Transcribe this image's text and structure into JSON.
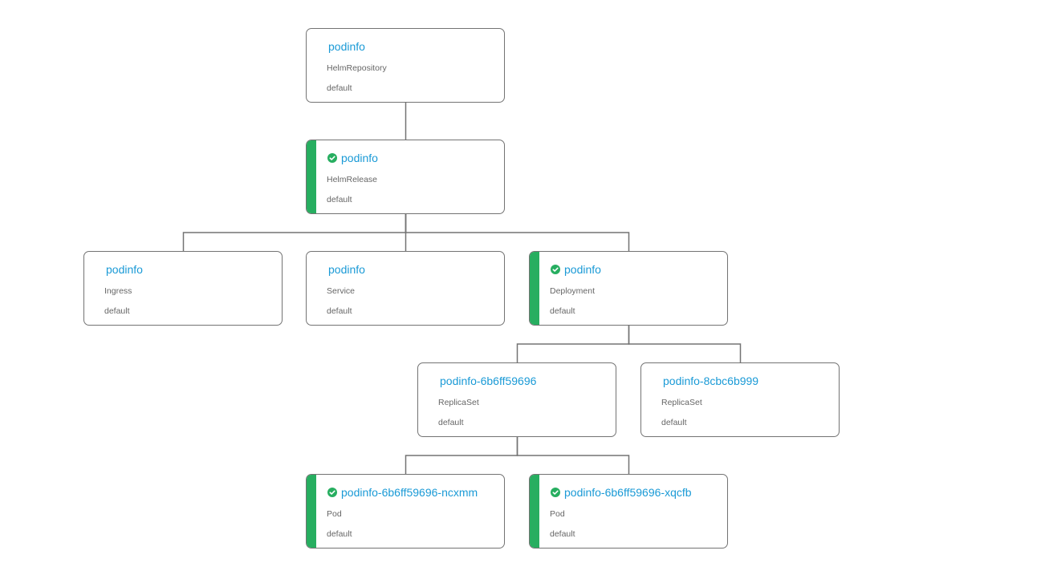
{
  "graph": {
    "status_color": "#27ae60",
    "title_color": "#1a9ad6",
    "nodes": [
      {
        "id": "n0",
        "name": "podinfo",
        "kind": "HelmRepository",
        "namespace": "default",
        "ready": false
      },
      {
        "id": "n1",
        "name": "podinfo",
        "kind": "HelmRelease",
        "namespace": "default",
        "ready": true
      },
      {
        "id": "n2",
        "name": "podinfo",
        "kind": "Ingress",
        "namespace": "default",
        "ready": false
      },
      {
        "id": "n3",
        "name": "podinfo",
        "kind": "Service",
        "namespace": "default",
        "ready": false
      },
      {
        "id": "n4",
        "name": "podinfo",
        "kind": "Deployment",
        "namespace": "default",
        "ready": true
      },
      {
        "id": "n5",
        "name": "podinfo-6b6ff59696",
        "kind": "ReplicaSet",
        "namespace": "default",
        "ready": false
      },
      {
        "id": "n6",
        "name": "podinfo-8cbc6b999",
        "kind": "ReplicaSet",
        "namespace": "default",
        "ready": false
      },
      {
        "id": "n7",
        "name": "podinfo-6b6ff59696-ncxmm",
        "kind": "Pod",
        "namespace": "default",
        "ready": true
      },
      {
        "id": "n8",
        "name": "podinfo-6b6ff59696-xqcfb",
        "kind": "Pod",
        "namespace": "default",
        "ready": true
      }
    ],
    "edges": [
      {
        "from": "n0",
        "to": "n1"
      },
      {
        "from": "n1",
        "to": "n2"
      },
      {
        "from": "n1",
        "to": "n3"
      },
      {
        "from": "n1",
        "to": "n4"
      },
      {
        "from": "n4",
        "to": "n5"
      },
      {
        "from": "n4",
        "to": "n6"
      },
      {
        "from": "n5",
        "to": "n7"
      },
      {
        "from": "n5",
        "to": "n8"
      }
    ]
  }
}
